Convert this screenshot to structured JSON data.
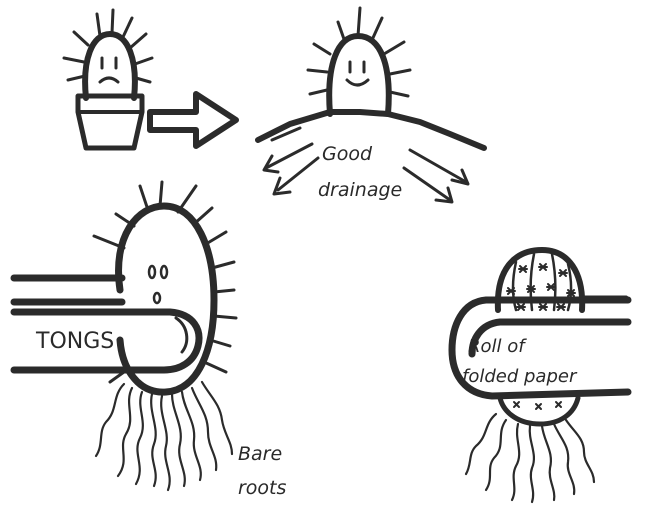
{
  "labels": {
    "good_line1": "Good",
    "good_line2": "drainage",
    "tongs": "TONGS",
    "bare_line1": "Bare",
    "bare_line2": "roots",
    "roll_line1": "Roll of",
    "roll_line2": "folded paper"
  },
  "colors": {
    "ink": "#2b2b2b",
    "background": "#ffffff"
  }
}
